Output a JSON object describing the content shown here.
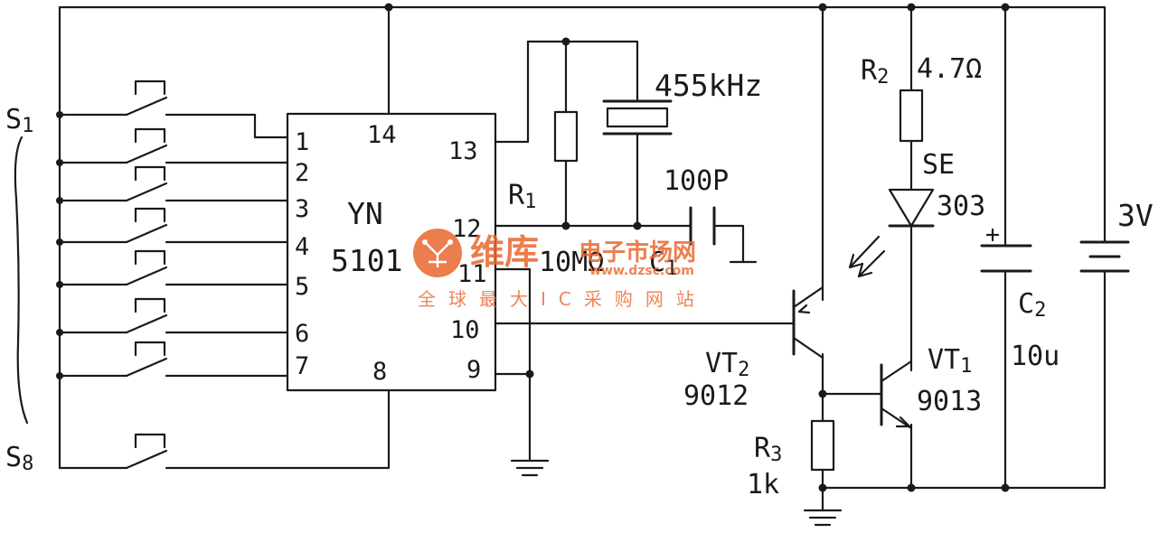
{
  "ic": {
    "name": "YN",
    "part": "5101",
    "pins_left": [
      "1",
      "2",
      "3",
      "4",
      "5",
      "6",
      "7"
    ],
    "pin_top": "14",
    "pin_bottom": "8",
    "pins_right": [
      "13",
      "12",
      "11",
      "10",
      "9"
    ]
  },
  "switches": {
    "first": "S",
    "first_sub": "1",
    "last": "S",
    "last_sub": "8"
  },
  "oscillator": {
    "r1": "R",
    "r1_sub": "1",
    "r1_value": "10MΩ",
    "resonator": "455kHz",
    "c1": "C",
    "c1_sub": "1",
    "c1_value": "100P"
  },
  "output": {
    "r2": "R",
    "r2_sub": "2",
    "r2_value": "4.7Ω",
    "led": "SE",
    "led_part": "303",
    "vt2": "VT",
    "vt2_sub": "2",
    "vt2_part": "9012",
    "vt1": "VT",
    "vt1_sub": "1",
    "vt1_part": "9013",
    "r3": "R",
    "r3_sub": "3",
    "r3_value": "1k",
    "c2": "C",
    "c2_sub": "2",
    "c2_value": "10u",
    "battery": "3V"
  },
  "watermark": {
    "brand": "维库",
    "site_cn": "电子市场网",
    "url": "www.dzsc.com",
    "slogan": "全球最大IC采购网站"
  }
}
